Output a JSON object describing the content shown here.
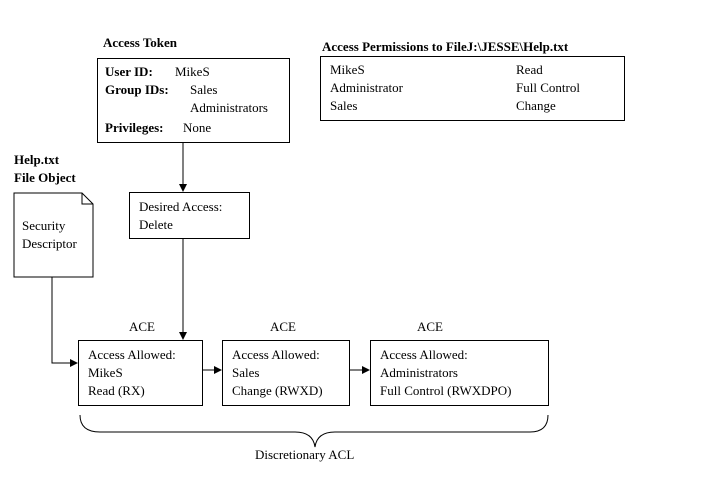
{
  "access_token": {
    "title": "Access Token",
    "user_id_label": "User ID:",
    "user_id": "MikeS",
    "group_ids_label": "Group IDs:",
    "group_ids": [
      "Sales",
      "Administrators"
    ],
    "privileges_label": "Privileges:",
    "privileges": "None"
  },
  "permissions": {
    "title": "Access Permissions to FileJ:\\JESSE\\Help.txt",
    "rows": [
      {
        "user": "MikeS",
        "right": "Read"
      },
      {
        "user": "Administrator",
        "right": "Full Control"
      },
      {
        "user": "Sales",
        "right": "Change"
      }
    ]
  },
  "file_object": {
    "title_line_1": "Help.txt",
    "title_line_2": "File Object",
    "descriptor_line_1": "Security",
    "descriptor_line_2": "Descriptor"
  },
  "desired_access": {
    "line_1": "Desired Access:",
    "line_2": "Delete"
  },
  "aces": [
    {
      "label": "ACE",
      "lines": [
        "Access Allowed:",
        "MikeS",
        "Read (RX)"
      ]
    },
    {
      "label": "ACE",
      "lines": [
        "Access Allowed:",
        "Sales",
        "Change (RWXD)"
      ]
    },
    {
      "label": "ACE",
      "lines": [
        "Access Allowed:",
        "Administrators",
        "Full Control (RWXDPO)"
      ]
    }
  ],
  "acl_label": "Discretionary ACL"
}
